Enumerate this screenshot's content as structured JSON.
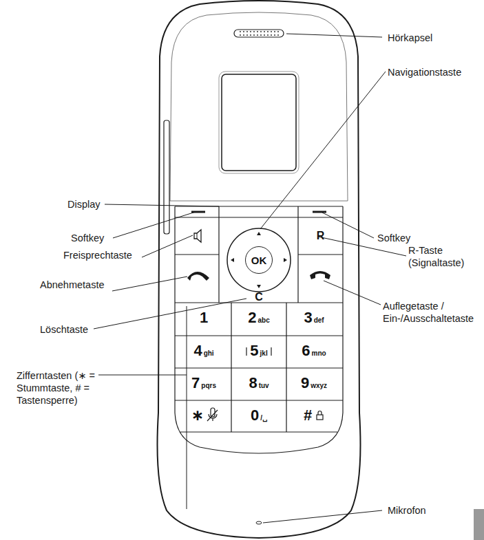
{
  "diagram": {
    "nodes": [
      {
        "text": [
          "1"
        ]
      },
      {
        "text": [
          "2",
          "abc"
        ]
      },
      {
        "text": [
          "3",
          "def"
        ]
      },
      {
        "text": [
          "4",
          "ghi"
        ]
      },
      {
        "text": [
          "5",
          "jkl"
        ]
      },
      {
        "text": [
          "6",
          "mno"
        ]
      },
      {
        "text": [
          "7",
          "pqrs"
        ]
      },
      {
        "text": [
          "8",
          "tuv"
        ]
      },
      {
        "text": [
          "9",
          "wxyz"
        ]
      },
      {
        "text": [
          "∗"
        ]
      },
      {
        "text": [
          "0",
          "/␣"
        ]
      },
      {
        "text": [
          "#"
        ]
      },
      {
        "text": [
          "OK"
        ]
      },
      {
        "text": [
          "R"
        ]
      },
      {
        "text": [
          "C"
        ]
      }
    ],
    "labels": [
      "Hörkapsel",
      "Navigationstaste",
      "Display",
      "Softkey",
      "Softkey",
      "R-Taste (Signaltaste)",
      "Freisprechtaste",
      "Auflegetaste / Ein-/Ausschaltetaste",
      "Abnehmetaste",
      "Löschtaste",
      "Zifferntasten (∗ = Stummtaste, # = Tastensperre)",
      "Mikrofon"
    ]
  }
}
